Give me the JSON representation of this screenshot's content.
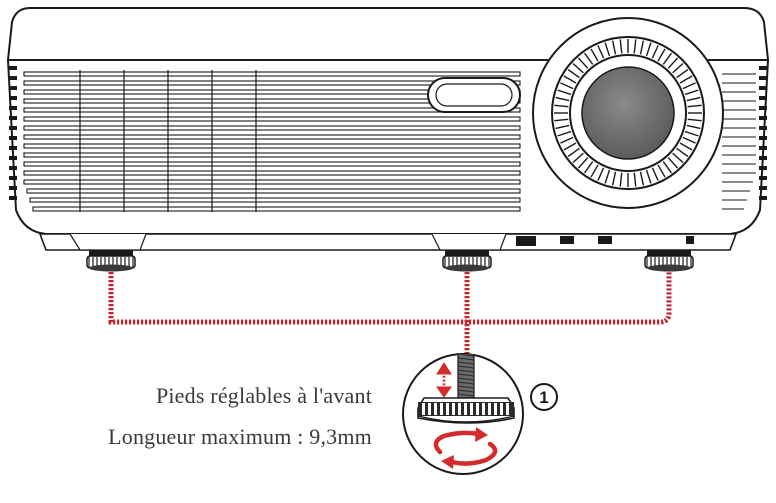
{
  "labels": {
    "foot_name": "Pieds réglables à l'avant",
    "max_length": "Longueur maximum : 9,3mm"
  },
  "callout": {
    "number": "1"
  },
  "colors": {
    "projector_body": "#ffffff",
    "outline": "#1a1a1a",
    "lens": "#6d6d6d",
    "dotted_link": "#c8232c",
    "arrow": "#d42a2a"
  },
  "icons": {
    "adjust_height": "double-arrow-vertical-icon",
    "rotate": "rotate-arrows-icon"
  }
}
